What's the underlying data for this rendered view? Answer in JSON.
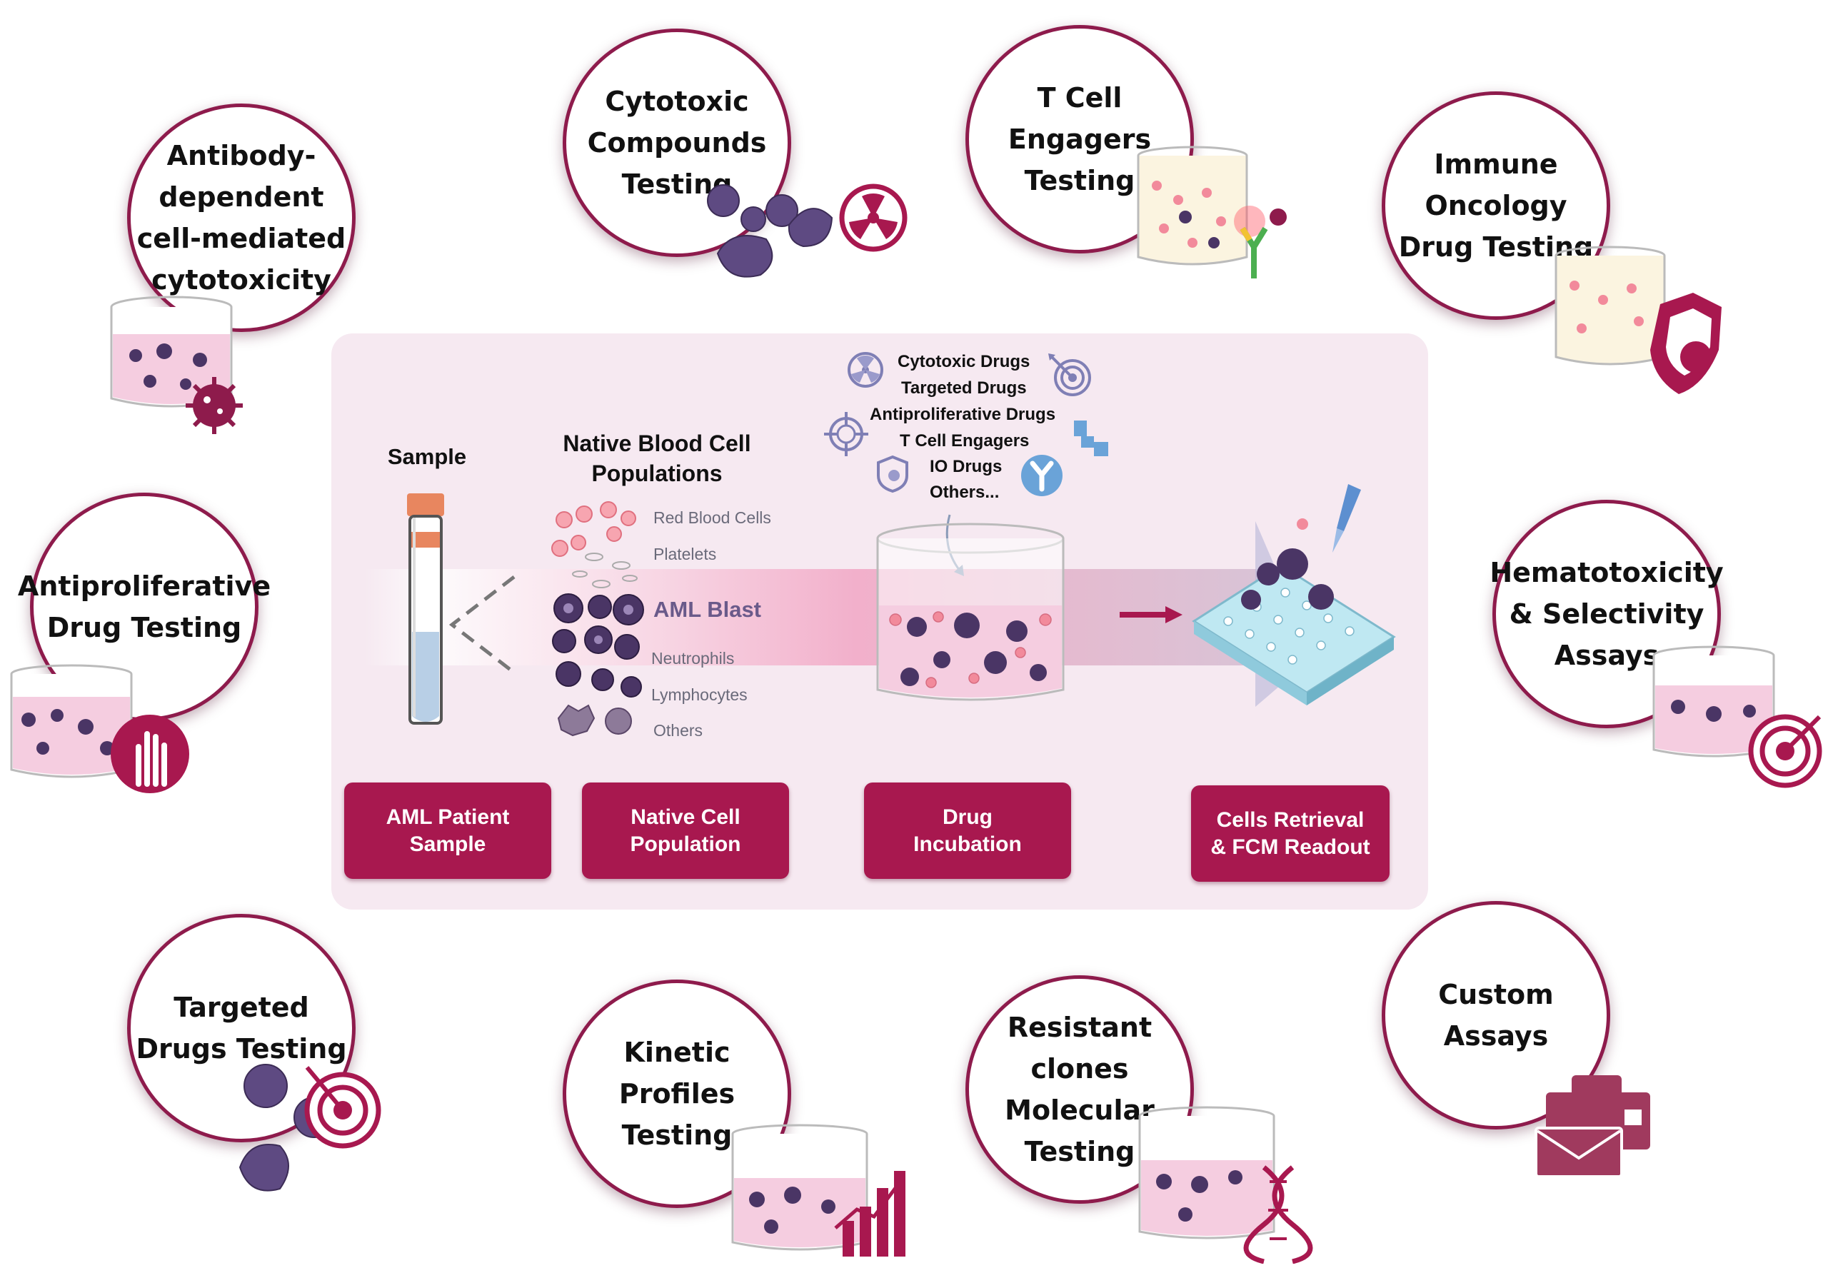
{
  "circles": [
    {
      "id": "adcc",
      "text": "Antibody-\ndependent\ncell-mediated\ncytotoxicity"
    },
    {
      "id": "cytotoxic",
      "text": "Cytotoxic\nCompounds\nTesting"
    },
    {
      "id": "tcell",
      "text": "T Cell\nEngagers\nTesting"
    },
    {
      "id": "immune",
      "text": "Immune\nOncology\nDrug Testing"
    },
    {
      "id": "antiprolif",
      "text": "Antiproliferative\nDrug Testing"
    },
    {
      "id": "hemato",
      "text": "Hematotoxicity\n& Selectivity\nAssays"
    },
    {
      "id": "targeted",
      "text": "Targeted\nDrugs Testing"
    },
    {
      "id": "kinetic",
      "text": "Kinetic\nProfiles\nTesting"
    },
    {
      "id": "resistant",
      "text": "Resistant\nclones\nMolecular\nTesting"
    },
    {
      "id": "custom",
      "text": "Custom\nAssays"
    }
  ],
  "workflow": {
    "sample_label": "Sample",
    "native_title": "Native Blood Cell\nPopulations",
    "cell_types": {
      "rbc": "Red Blood Cells",
      "platelets": "Platelets",
      "aml_blast": "AML Blast",
      "neutrophils": "Neutrophils",
      "lymphocytes": "Lymphocytes",
      "others": "Others"
    },
    "drugs": [
      "Cytotoxic Drugs",
      "Targeted Drugs",
      "Antiproliferative Drugs",
      "T Cell Engagers",
      "IO Drugs",
      "Others..."
    ],
    "steps": [
      "AML Patient\nSample",
      "Native Cell\nPopulation",
      "Drug\nIncubation",
      "Cells Retrieval\n& FCM Readout"
    ]
  },
  "colors": {
    "accent": "#a8184f",
    "ring": "#8e1b4c",
    "panel": "#f6e9f1",
    "cell_purple": "#4a3565",
    "rbc_pink": "#f28a9b"
  }
}
